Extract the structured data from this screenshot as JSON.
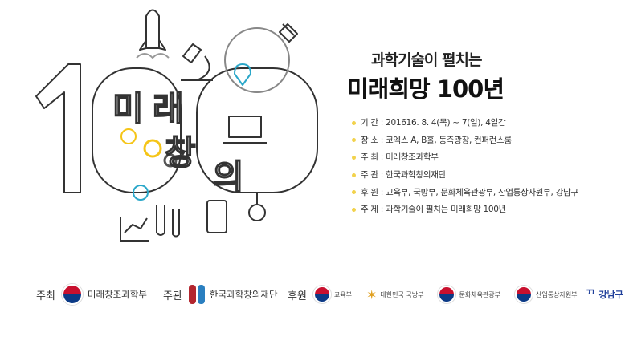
{
  "title": {
    "line1": "과학기술이 펼치는",
    "line2": "미래희망 100년"
  },
  "art": {
    "letters": [
      "미",
      "래",
      "창",
      "의"
    ]
  },
  "info": [
    {
      "label": "기 간",
      "value": "201616. 8. 4(목) ~ 7(일), 4일간"
    },
    {
      "label": "장 소",
      "value": "코엑스 A, B홀, 동측광장, 컨퍼런스룸"
    },
    {
      "label": "주 최",
      "value": "미래창조과학부"
    },
    {
      "label": "주 관",
      "value": "한국과학창의재단"
    },
    {
      "label": "후 원",
      "value": "교육부, 국방부, 문화체육관광부, 산업통상자원부, 강남구"
    },
    {
      "label": "주 제",
      "value": "과학기술이 펼치는 미래희망 100년"
    }
  ],
  "footer": {
    "host_label": "주최",
    "host_org": "미래창조과학부",
    "organizer_label": "주관",
    "organizer_org": "한국과학창의재단",
    "sponsor_label": "후원",
    "sponsors": [
      "교육부",
      "대한민국 국방부",
      "문화체육관광부",
      "산업통상자원부",
      "강남구"
    ]
  },
  "colors": {
    "bullet": "#f2d24c",
    "red": "#c8102e",
    "blue": "#0b3a86",
    "accent_yellow": "#f5c518"
  }
}
